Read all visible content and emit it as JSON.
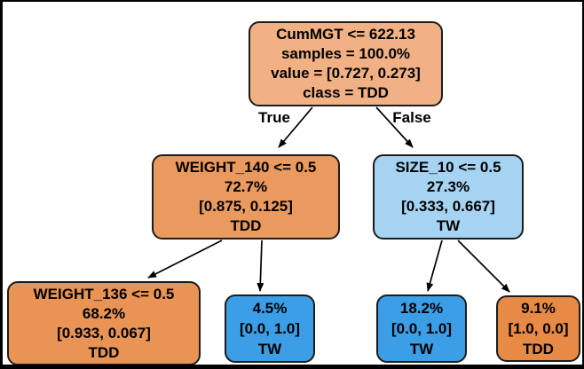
{
  "diagram": {
    "type": "decision-tree",
    "background_color": "#ffffff",
    "frame_color": "#000000",
    "edge_color": "#000000",
    "edge_labels": {
      "true_branch": "True",
      "false_branch": "False"
    },
    "class_colors": {
      "TDD": "#e58139",
      "TW": "#399de5"
    },
    "nodes": {
      "root": {
        "color": "#f2b184",
        "lines": [
          "CumMGT <= 622.13",
          "samples = 100.0%",
          "value = [0.727, 0.273]",
          "class = TDD"
        ]
      },
      "l2_left": {
        "color": "#ea9a5f",
        "lines": [
          "WEIGHT_140 <= 0.5",
          "72.7%",
          "[0.875, 0.125]",
          "TDD"
        ]
      },
      "l2_right": {
        "color": "#a6d3f1",
        "lines": [
          "SIZE_10 <= 0.5",
          "27.3%",
          "[0.333, 0.667]",
          "TW"
        ]
      },
      "leaf_1": {
        "color": "#e99355",
        "lines": [
          "WEIGHT_136 <= 0.5",
          "68.2%",
          "[0.933, 0.067]",
          "TDD"
        ]
      },
      "leaf_2": {
        "color": "#3b9ee6",
        "lines": [
          "4.5%",
          "[0.0, 1.0]",
          "TW"
        ]
      },
      "leaf_3": {
        "color": "#3b9ee6",
        "lines": [
          "18.2%",
          "[0.0, 1.0]",
          "TW"
        ]
      },
      "leaf_4": {
        "color": "#e78a45",
        "lines": [
          "9.1%",
          "[1.0, 0.0]",
          "TDD"
        ]
      }
    }
  }
}
